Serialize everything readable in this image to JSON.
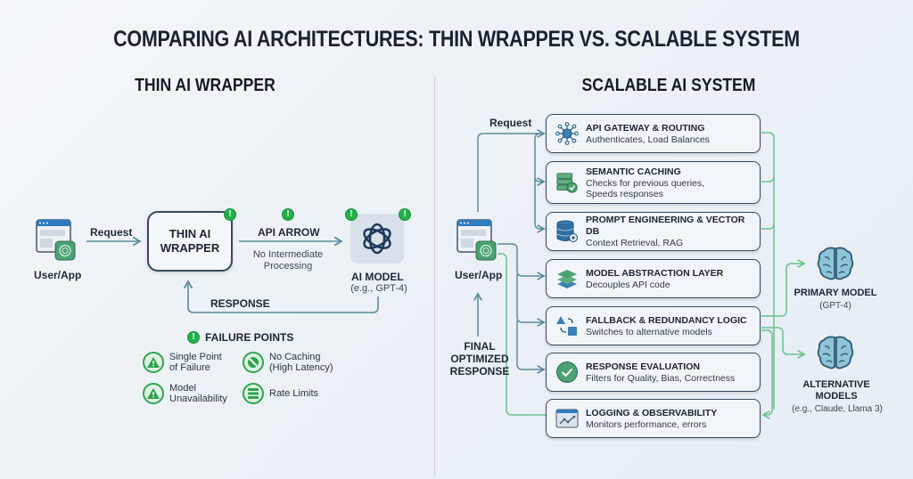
{
  "title": "COMPARING AI ARCHITECTURES: THIN WRAPPER VS. SCALABLE SYSTEM",
  "colors": {
    "accent_green": "#22b04a",
    "line_teal": "#5b8a9a",
    "line_green": "#6cc08e",
    "box_border": "#34495e",
    "icon_blue": "#3a82b6"
  },
  "thin": {
    "title": "THIN AI WRAPPER",
    "user_label": "User/App",
    "request_label": "Request",
    "wrapper_label": "THIN AI WRAPPER",
    "api_arrow_label": "API ARROW",
    "api_arrow_sub": "No Intermediate Processing",
    "model_label": "AI MODEL",
    "model_sub": "(e.g., GPT-4)",
    "response_label": "RESPONSE",
    "failure_title": "FAILURE POINTS",
    "failures": [
      {
        "icon": "warning-icon",
        "label": "Single Point of Failure"
      },
      {
        "icon": "no-cache-icon",
        "label": "No Caching (High Latency)"
      },
      {
        "icon": "warning-icon",
        "label": "Model Unavailability"
      },
      {
        "icon": "rate-limit-icon",
        "label": "Rate Limits"
      }
    ]
  },
  "scalable": {
    "title": "SCALABLE AI SYSTEM",
    "user_label": "User/App",
    "request_label": "Request",
    "final_label": "FINAL OPTIMIZED RESPONSE",
    "layers": [
      {
        "icon": "network-hub-icon",
        "title": "API GATEWAY & ROUTING",
        "desc": "Authenticates, Load Balances"
      },
      {
        "icon": "database-check-icon",
        "title": "SEMANTIC CACHING",
        "desc": "Checks for previous queries, Speeds responses"
      },
      {
        "icon": "database-gear-icon",
        "title": "PROMPT ENGINEERING & VECTOR DB",
        "desc": "Context Retrieval, RAG"
      },
      {
        "icon": "layers-icon",
        "title": "MODEL ABSTRACTION LAYER",
        "desc": "Decouples API code"
      },
      {
        "icon": "switch-shapes-icon",
        "title": "FALLBACK & REDUNDANCY LOGIC",
        "desc": "Switches to alternative models"
      },
      {
        "icon": "check-circle-icon",
        "title": "RESPONSE EVALUATION",
        "desc": "Filters for Quality, Bias, Correctness"
      },
      {
        "icon": "chart-window-icon",
        "title": "LOGGING & OBSERVABILITY",
        "desc": "Monitors performance, errors"
      }
    ],
    "primary_model": {
      "label": "PRIMARY MODEL",
      "sub": "(GPT-4)"
    },
    "alt_models": {
      "label": "ALTERNATIVE MODELS",
      "sub": "(e.g., Claude, Llama 3)"
    }
  }
}
